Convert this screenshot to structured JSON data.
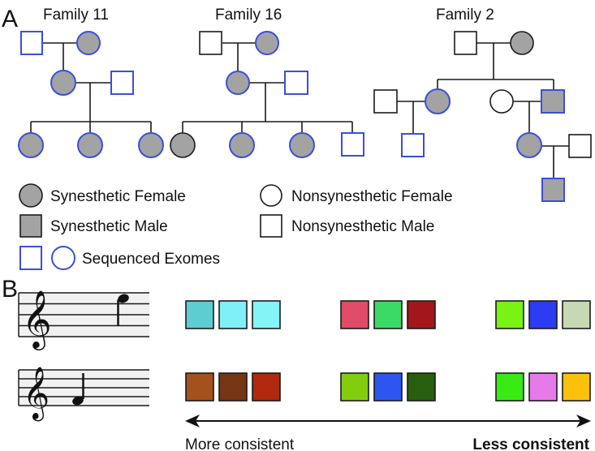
{
  "panel_a": {
    "letter": "A",
    "families": [
      {
        "title": "Family 11"
      },
      {
        "title": "Family 16"
      },
      {
        "title": "Family 2"
      }
    ],
    "legend": {
      "synesthetic_female": "Synesthetic Female",
      "nonsynesthetic_female": "Nonsynesthetic Female",
      "synesthetic_male": "Synesthetic Male",
      "nonsynesthetic_male": "Nonsynesthetic Male",
      "sequenced_exomes": "Sequenced Exomes"
    },
    "colors": {
      "affected_fill": "#a3a3a3",
      "sequenced_outline": "#3a4fdc",
      "outline": "#1a1a1a"
    }
  },
  "panel_b": {
    "letter": "B",
    "rows": [
      {
        "note": "high",
        "swatch_groups": [
          [
            "#5ecdd1",
            "#7ff0f5",
            "#84f4f6"
          ],
          [
            "#e04b67",
            "#3bda67",
            "#a3161b"
          ],
          [
            "#79f314",
            "#2e3bf4",
            "#c6d9b4"
          ]
        ]
      },
      {
        "note": "low",
        "swatch_groups": [
          [
            "#a4511d",
            "#763613",
            "#b0280e"
          ],
          [
            "#82ce0e",
            "#2d55f0",
            "#285f0f"
          ],
          [
            "#3aea13",
            "#e67ae8",
            "#fec10b"
          ]
        ]
      }
    ],
    "axis": {
      "left_label": "More consistent",
      "right_label": "Less consistent"
    }
  }
}
